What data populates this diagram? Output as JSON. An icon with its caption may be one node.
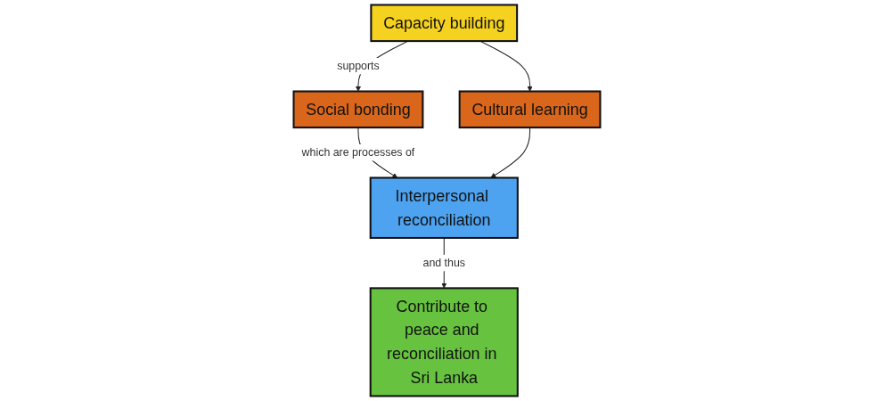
{
  "diagram": {
    "nodes": [
      {
        "text": [
          "Capacity building"
        ]
      },
      {
        "text": [
          "Social bonding"
        ]
      },
      {
        "text": [
          "Cultural learning"
        ]
      },
      {
        "text": [
          "Interpersonal reconciliation"
        ]
      },
      {
        "text": [
          "Contribute to peace and reconciliation in Sri Lanka"
        ]
      }
    ],
    "edges": [
      {
        "from": 0,
        "to": 1,
        "arrow": "to",
        "label": "supports"
      },
      {
        "from": 0,
        "to": 2,
        "arrow": "to"
      },
      {
        "from": 1,
        "to": 3,
        "arrow": "to",
        "label": "which are processes of"
      },
      {
        "from": 2,
        "to": 3,
        "arrow": "to"
      },
      {
        "from": 3,
        "to": 4,
        "arrow": "to",
        "label": "and thus"
      }
    ]
  }
}
